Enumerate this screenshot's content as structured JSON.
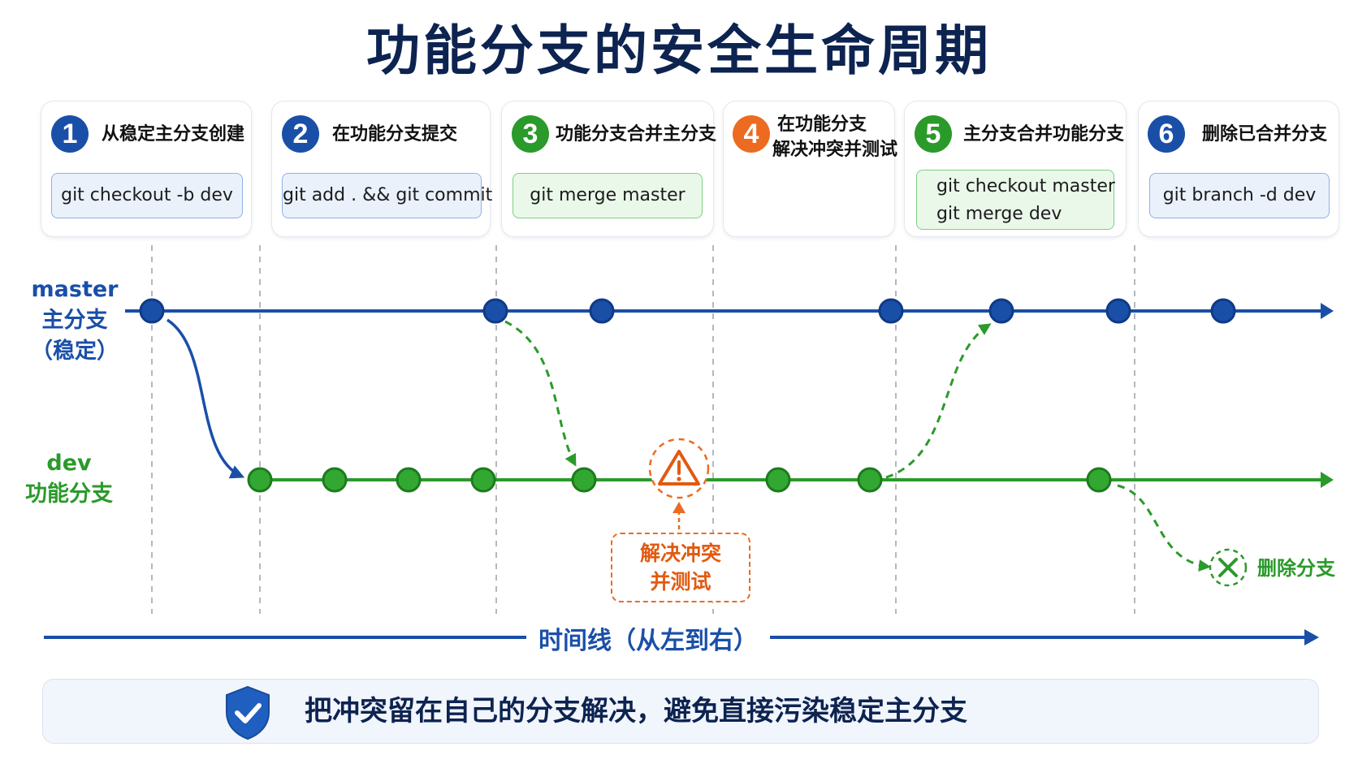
{
  "title": "功能分支的安全生命周期",
  "colors": {
    "master": "#1a4fa8",
    "dev": "#2a9a2a",
    "conflict": "#ec6b21",
    "title": "#0d2350"
  },
  "steps": [
    {
      "number": "1",
      "title": "从稳定主分支创建",
      "command": [
        "git checkout -b dev"
      ],
      "color": "#1a4fa8",
      "cmd_style": "blue"
    },
    {
      "number": "2",
      "title": "在功能分支提交",
      "command": [
        "git add . && git commit"
      ],
      "color": "#1a4fa8",
      "cmd_style": "blue"
    },
    {
      "number": "3",
      "title": "功能分支合并主分支",
      "command": [
        "git merge master"
      ],
      "color": "#2a9a2a",
      "cmd_style": "green"
    },
    {
      "number": "4",
      "title": "在功能分支",
      "title_line2": "解决冲突并测试",
      "command": [],
      "color": "#ec6b21",
      "cmd_style": "none"
    },
    {
      "number": "5",
      "title": "主分支合并功能分支",
      "command": [
        "git checkout master",
        "git merge dev"
      ],
      "color": "#2a9a2a",
      "cmd_style": "green"
    },
    {
      "number": "6",
      "title": "删除已合并分支",
      "command": [
        "git branch -d dev"
      ],
      "color": "#1a4fa8",
      "cmd_style": "blue"
    }
  ],
  "lanes": {
    "master": {
      "name": "master",
      "label": "主分支",
      "note": "（稳定）"
    },
    "dev": {
      "name": "dev",
      "label": "功能分支"
    }
  },
  "conflict": {
    "icon": "warning-icon",
    "line1": "解决冲突",
    "line2": "并测试"
  },
  "delete_branch": {
    "icon": "close-circle-icon",
    "label": "删除分支"
  },
  "timeline_label": "时间线（从左到右）",
  "footer": {
    "icon": "shield-check-icon",
    "text": "把冲突留在自己的分支解决，避免直接污染稳定主分支"
  }
}
